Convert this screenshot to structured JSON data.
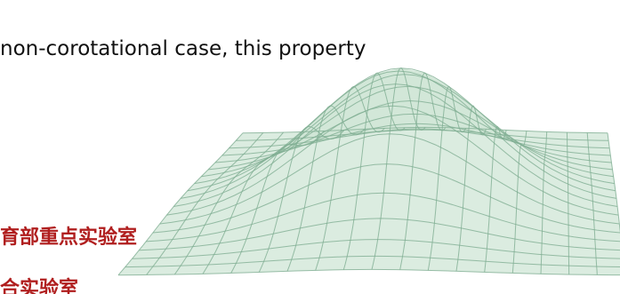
{
  "slide": {
    "body_text": "non-corotational case, this property",
    "lab_lines": [
      "育部重点实验室",
      "合实验室"
    ]
  },
  "colors": {
    "mesh_fill": "#cfe6d6",
    "mesh_line": "#7fae92",
    "lab_text": "#b01e1e",
    "body_text": "#111111"
  },
  "figure": {
    "name": "gaussian-surface-mesh"
  }
}
